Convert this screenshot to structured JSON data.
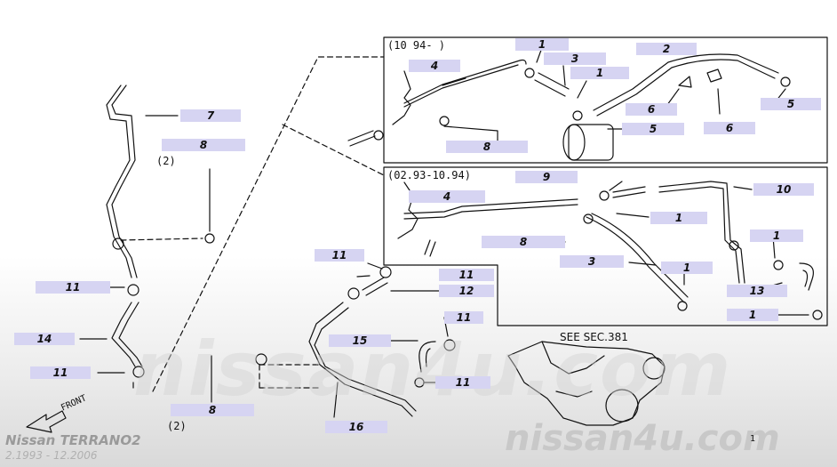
{
  "header_boxes": {
    "top": "(10 94-   )",
    "middle": "(02.93-10.94)"
  },
  "qty": {
    "upper": "(2)",
    "lower": "(2)"
  },
  "see_sec": "SEE SEC.381",
  "front": "FRONT",
  "brand": {
    "title": "Nissan TERRANO2",
    "years": "2.1993 - 12.2006"
  },
  "watermark": "nissan4u.com",
  "page_mark": "1",
  "labels": [
    {
      "id": "top-1a",
      "text": "1"
    },
    {
      "id": "top-2",
      "text": "2"
    },
    {
      "id": "top-4",
      "text": "4"
    },
    {
      "id": "top-3",
      "text": "3"
    },
    {
      "id": "top-1b",
      "text": "1"
    },
    {
      "id": "top-6a",
      "text": "6"
    },
    {
      "id": "top-5a",
      "text": "5"
    },
    {
      "id": "top-5b",
      "text": "5"
    },
    {
      "id": "top-6b",
      "text": "6"
    },
    {
      "id": "top-8",
      "text": "8"
    },
    {
      "id": "left-7",
      "text": "7"
    },
    {
      "id": "left-8",
      "text": "8"
    },
    {
      "id": "mid-9",
      "text": "9"
    },
    {
      "id": "mid-4",
      "text": "4"
    },
    {
      "id": "mid-10",
      "text": "10"
    },
    {
      "id": "mid-1a",
      "text": "1"
    },
    {
      "id": "mid-8",
      "text": "8"
    },
    {
      "id": "mid-1b",
      "text": "1"
    },
    {
      "id": "mid-3",
      "text": "3"
    },
    {
      "id": "mid-1c",
      "text": "1"
    },
    {
      "id": "mid-13",
      "text": "13"
    },
    {
      "id": "mid-1d",
      "text": "1"
    },
    {
      "id": "low-11a",
      "text": "11"
    },
    {
      "id": "low-11b",
      "text": "11"
    },
    {
      "id": "low-12",
      "text": "12"
    },
    {
      "id": "low-11c",
      "text": "11"
    },
    {
      "id": "left-11a",
      "text": "11"
    },
    {
      "id": "left-14",
      "text": "14"
    },
    {
      "id": "left-11b",
      "text": "11"
    },
    {
      "id": "low-15",
      "text": "15"
    },
    {
      "id": "low-11d",
      "text": "11"
    },
    {
      "id": "low-8",
      "text": "8"
    },
    {
      "id": "low-16",
      "text": "16"
    }
  ]
}
